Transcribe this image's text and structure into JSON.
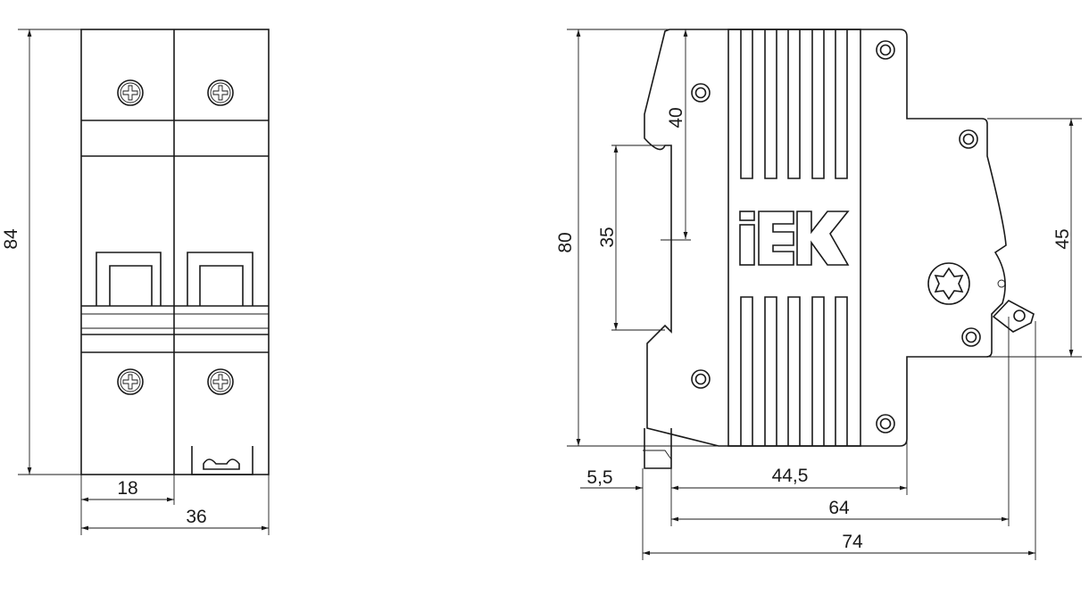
{
  "logo_text": "IEK",
  "front_view": {
    "height": "84",
    "pole_width": "18",
    "total_width": "36"
  },
  "side_view": {
    "height": "80",
    "top_to_rail": "40",
    "rail": "35",
    "front_height": "45",
    "rail_offset": "5,5",
    "body_depth": "44,5",
    "depth_to_terminal": "64",
    "total_depth": "74"
  }
}
